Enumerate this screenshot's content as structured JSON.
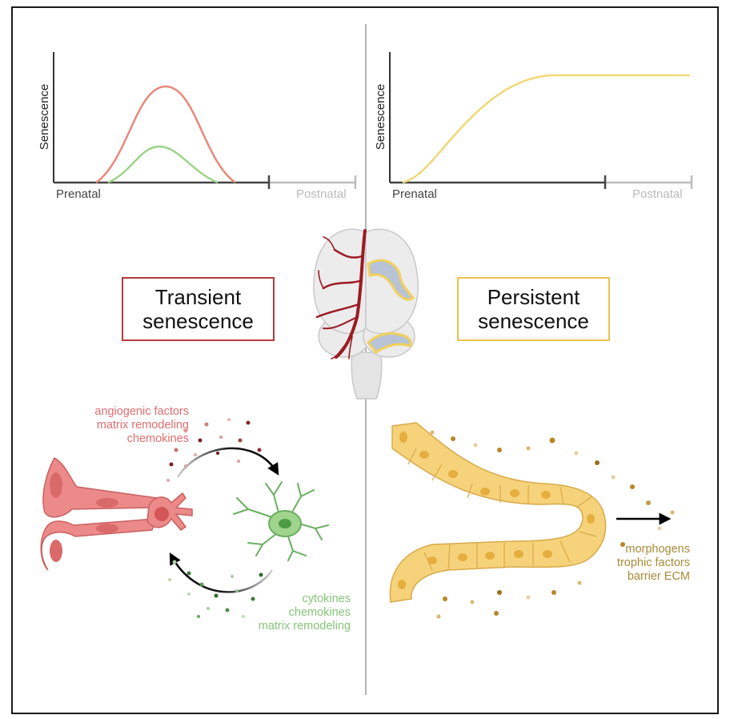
{
  "left_panel": {
    "ylabel": "Senescence",
    "x_start_label": "Prenatal",
    "x_end_label": "Postnatal",
    "box_line1": "Transient",
    "box_line2": "senescence",
    "factors_top": [
      "angiogenic factors",
      "matrix remodeling",
      "chemokines"
    ],
    "factors_bottom": [
      "cytokines",
      "chemokines",
      "matrix remodeling"
    ]
  },
  "right_panel": {
    "ylabel": "Senescence",
    "x_start_label": "Prenatal",
    "x_end_label": "Postnatal",
    "box_line1": "Persistent",
    "box_line2": "senescence",
    "factors": [
      "morphogens",
      "trophic factors",
      "barrier ECM"
    ]
  },
  "colors": {
    "transient": "#b5393a",
    "persistent": "#e8c24a",
    "endothelial_pink": "#ec8a8a",
    "microglia_green": "#7cc474",
    "epithelium_yellow": "#f6d27a",
    "brown_dot": "#b8862a",
    "vessel_red": "#9c1a22"
  },
  "chart_data": [
    {
      "type": "line",
      "ylabel": "Senescence",
      "x_tick_labels": [
        "Prenatal",
        "Postnatal"
      ],
      "series": [
        {
          "color": "#e8887a",
          "shape": "bell",
          "peak": 1.0
        },
        {
          "color": "#9fd48c",
          "shape": "bell",
          "peak": 0.37
        }
      ]
    },
    {
      "type": "line",
      "ylabel": "Senescence",
      "x_tick_labels": [
        "Prenatal",
        "Postnatal"
      ],
      "series": [
        {
          "color": "#f1d876",
          "shape": "sigmoid-plateau",
          "plateau": 1.0
        }
      ]
    }
  ]
}
